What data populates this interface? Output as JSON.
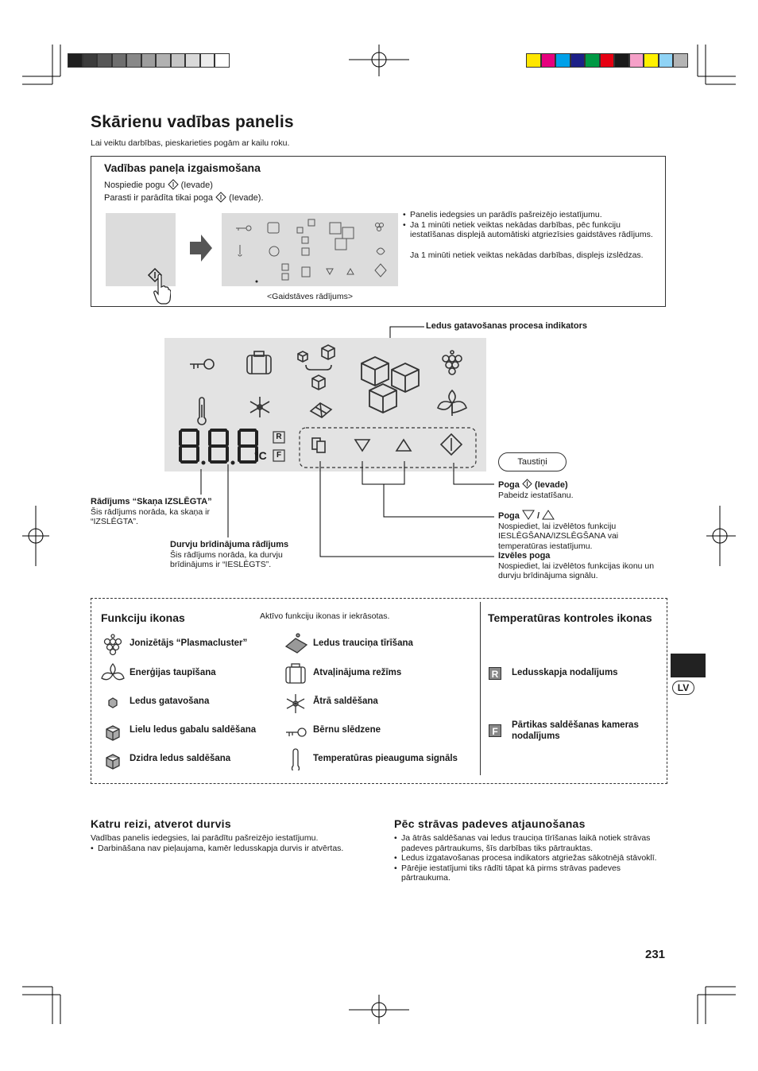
{
  "print_marks": {
    "grey_swatches": [
      "#1f1f1f",
      "#3c3c3c",
      "#575757",
      "#6e6e6e",
      "#888888",
      "#9d9d9d",
      "#b1b1b1",
      "#c5c5c5",
      "#d9d9d9",
      "#ececec",
      "#ffffff"
    ],
    "color_swatches": [
      "#ffe600",
      "#e6007e",
      "#00a0e9",
      "#1d2088",
      "#009944",
      "#e60012",
      "#1a1a1a",
      "#f5a0c8",
      "#fff100",
      "#8fd3f5",
      "#b4b4b4"
    ]
  },
  "header": {
    "title": "Skārienu vadības panelis",
    "subtitle": "Lai veiktu darbības, pieskarieties pogām ar kailu roku."
  },
  "illumination": {
    "heading": "Vadības paneļa izgaismošana",
    "line1_a": "Nospiedie pogu",
    "line1_b": "(Ievade)",
    "line2_a": "Parasti ir parādīta tikai poga",
    "line2_b": "(Ievade).",
    "standby_caption": "<Gaidstāves rādījums>",
    "bullets": [
      "Panelis iedegsies un parādīs pašreizējo iestatījumu.",
      "Ja 1 minūti netiek veiktas nekādas darbības, pēc funkciju iestatīšanas displejā automātiski atgriezīsies gaidstāves rādījums."
    ],
    "bullet_extra": "Ja 1 minūti netiek veiktas nekādas darbības, displejs izslēdzas."
  },
  "diagram": {
    "ice_indicator_label": "Ledus gatavošanas procesa indikators",
    "segment_display": "8.8.8",
    "unit": "°C",
    "r_label": "R",
    "f_label": "F",
    "keys_label": "Taustiņi",
    "sound_off_title": "Rādījums “Skaņa IZSLĒGTA”",
    "sound_off_desc": "Šis rādījums norāda, ka skaņa ir “IZSLĒGTA”.",
    "door_alarm_title": "Durvju brīdinājuma rādījums",
    "door_alarm_desc": "Šis rādījums norāda, ka durvju brīdinājums ir “IESLĒGTS”.",
    "enter_button_a": "Poga",
    "enter_button_b": "(Ievade)",
    "enter_button_desc": "Pabeidz iestatīšanu.",
    "arrow_button_a": "Poga",
    "arrow_button_sep": "/",
    "arrow_button_desc": "Nospiediet, lai izvēlētos funkciju IESLĒGŠANA/IZSLĒGŠANA vai temperatūras iestatījumu.",
    "select_button_title": "Izvēles poga",
    "select_button_desc": "Nospiediet, lai izvēlētos funkcijas ikonu un durvju brīdinājuma signālu."
  },
  "function_icons": {
    "heading": "Funkciju ikonas",
    "note": "Aktīvo funkciju ikonas ir iekrāsotas.",
    "left": [
      {
        "icon": "plasmacluster-icon",
        "label": "Jonizētājs “Plasmacluster”"
      },
      {
        "icon": "energy-saving-icon",
        "label": "Enerģijas taupīšana"
      },
      {
        "icon": "ice-making-icon",
        "label": "Ledus gatavošana"
      },
      {
        "icon": "big-ice-icon",
        "label": "Lielu ledus gabalu saldēšana"
      },
      {
        "icon": "clear-ice-icon",
        "label": "Dzidra ledus saldēšana"
      }
    ],
    "right": [
      {
        "icon": "ice-tray-clean-icon",
        "label": "Ledus trauciņa tīrīšana"
      },
      {
        "icon": "vacation-icon",
        "label": "Atvaļinājuma režīms"
      },
      {
        "icon": "quick-freeze-icon",
        "label": "Ātrā saldēšana"
      },
      {
        "icon": "child-lock-icon",
        "label": "Bērnu slēdzene"
      },
      {
        "icon": "thermometer-icon",
        "label": "Temperatūras pieauguma signāls"
      }
    ]
  },
  "temp_icons": {
    "heading": "Temperatūras kontroles ikonas",
    "items": [
      {
        "letter": "R",
        "label": "Ledusskapja nodalījums"
      },
      {
        "letter": "F",
        "label": "Pārtikas saldēšanas kameras nodalījums"
      }
    ]
  },
  "door_section": {
    "heading": "Katru reizi, atverot durvis",
    "line": "Vadības panelis iedegsies, lai parādītu pašreizējo iestatījumu.",
    "bullets": [
      "Darbināšana nav pieļaujama, kamēr ledusskapja durvis ir atvērtas."
    ]
  },
  "power_section": {
    "heading": "Pēc strāvas padeves atjaunošanas",
    "bullets": [
      "Ja ātrās saldēšanas vai ledus trauciņa tīrīšanas laikā notiek strāvas padeves pārtraukums, šīs darbības tiks pārtrauktas.",
      "Ledus izgatavošanas procesa indikators atgriežas sākotnējā stāvoklī.",
      "Pārējie iestatījumi tiks rādīti tāpat kā pirms strāvas padeves pārtraukuma."
    ]
  },
  "side_tab": {
    "language": "LV"
  },
  "page_number": "231"
}
